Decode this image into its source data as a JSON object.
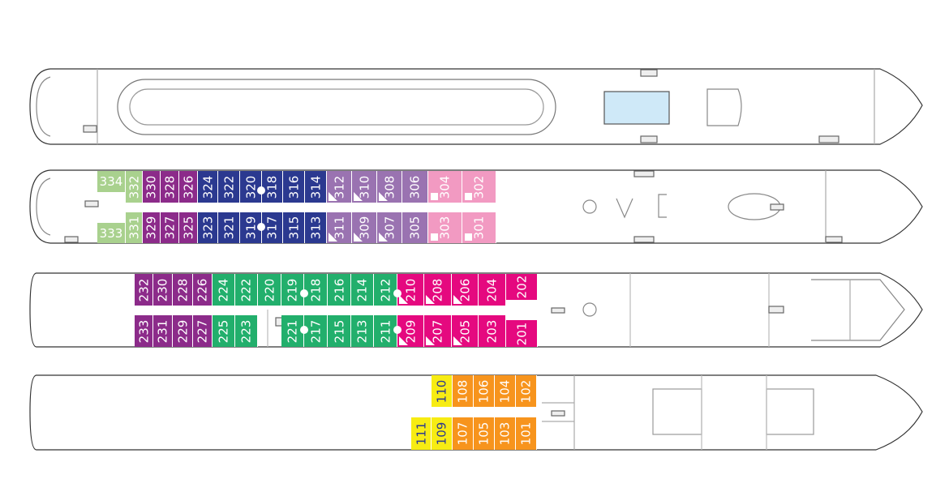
{
  "colors": {
    "lg": "#a9d18e",
    "pu": "#8c2b8a",
    "nv": "#2b3990",
    "lv": "#9a73b1",
    "pk": "#f29ac2",
    "gr": "#22af6c",
    "mg": "#e5097f",
    "ye": "#f7ec13",
    "or": "#f7941d"
  },
  "decks": [
    {
      "name": "sun-deck",
      "cabins": []
    },
    {
      "name": "deck-3",
      "cabins": [
        {
          "n": "334",
          "c": "lg"
        },
        {
          "n": "332",
          "c": "lg"
        },
        {
          "n": "330",
          "c": "pu"
        },
        {
          "n": "328",
          "c": "pu"
        },
        {
          "n": "326",
          "c": "pu"
        },
        {
          "n": "324",
          "c": "nv"
        },
        {
          "n": "322",
          "c": "nv"
        },
        {
          "n": "320",
          "c": "nv"
        },
        {
          "n": "318",
          "c": "nv"
        },
        {
          "n": "316",
          "c": "nv"
        },
        {
          "n": "314",
          "c": "nv"
        },
        {
          "n": "312",
          "c": "lv",
          "m": "tri"
        },
        {
          "n": "310",
          "c": "lv",
          "m": "tri"
        },
        {
          "n": "308",
          "c": "lv",
          "m": "tri"
        },
        {
          "n": "306",
          "c": "lv"
        },
        {
          "n": "304",
          "c": "pk",
          "m": "sq"
        },
        {
          "n": "302",
          "c": "pk",
          "m": "sq"
        },
        {
          "n": "333",
          "c": "lg"
        },
        {
          "n": "331",
          "c": "lg"
        },
        {
          "n": "329",
          "c": "pu"
        },
        {
          "n": "327",
          "c": "pu"
        },
        {
          "n": "325",
          "c": "pu"
        },
        {
          "n": "323",
          "c": "nv"
        },
        {
          "n": "321",
          "c": "nv"
        },
        {
          "n": "319",
          "c": "nv"
        },
        {
          "n": "317",
          "c": "nv"
        },
        {
          "n": "315",
          "c": "nv"
        },
        {
          "n": "313",
          "c": "nv"
        },
        {
          "n": "311",
          "c": "lv",
          "m": "tri"
        },
        {
          "n": "309",
          "c": "lv",
          "m": "tri"
        },
        {
          "n": "307",
          "c": "lv",
          "m": "tri"
        },
        {
          "n": "305",
          "c": "lv"
        },
        {
          "n": "303",
          "c": "pk",
          "m": "sq"
        },
        {
          "n": "301",
          "c": "pk",
          "m": "sq"
        }
      ]
    },
    {
      "name": "deck-2",
      "cabins": [
        {
          "n": "232",
          "c": "pu"
        },
        {
          "n": "230",
          "c": "pu"
        },
        {
          "n": "228",
          "c": "pu"
        },
        {
          "n": "226",
          "c": "pu"
        },
        {
          "n": "224",
          "c": "gr"
        },
        {
          "n": "222",
          "c": "gr"
        },
        {
          "n": "220",
          "c": "gr"
        },
        {
          "n": "219",
          "c": "gr"
        },
        {
          "n": "218",
          "c": "gr"
        },
        {
          "n": "216",
          "c": "gr"
        },
        {
          "n": "214",
          "c": "gr"
        },
        {
          "n": "212",
          "c": "gr"
        },
        {
          "n": "210",
          "c": "mg",
          "m": "tri"
        },
        {
          "n": "208",
          "c": "mg",
          "m": "tri"
        },
        {
          "n": "206",
          "c": "mg",
          "m": "tri"
        },
        {
          "n": "204",
          "c": "mg"
        },
        {
          "n": "202",
          "c": "mg"
        },
        {
          "n": "233",
          "c": "pu"
        },
        {
          "n": "231",
          "c": "pu"
        },
        {
          "n": "229",
          "c": "pu"
        },
        {
          "n": "227",
          "c": "pu"
        },
        {
          "n": "225",
          "c": "gr"
        },
        {
          "n": "223",
          "c": "gr"
        },
        {
          "n": "221",
          "c": "gr"
        },
        {
          "n": "217",
          "c": "gr"
        },
        {
          "n": "215",
          "c": "gr"
        },
        {
          "n": "213",
          "c": "gr"
        },
        {
          "n": "211",
          "c": "gr"
        },
        {
          "n": "209",
          "c": "mg",
          "m": "tri"
        },
        {
          "n": "207",
          "c": "mg",
          "m": "tri"
        },
        {
          "n": "205",
          "c": "mg",
          "m": "tri"
        },
        {
          "n": "203",
          "c": "mg"
        },
        {
          "n": "201",
          "c": "mg"
        }
      ]
    },
    {
      "name": "deck-1",
      "cabins": [
        {
          "n": "110",
          "c": "ye"
        },
        {
          "n": "108",
          "c": "or"
        },
        {
          "n": "106",
          "c": "or"
        },
        {
          "n": "104",
          "c": "or"
        },
        {
          "n": "102",
          "c": "or"
        },
        {
          "n": "111",
          "c": "ye"
        },
        {
          "n": "109",
          "c": "ye"
        },
        {
          "n": "107",
          "c": "or"
        },
        {
          "n": "105",
          "c": "or"
        },
        {
          "n": "103",
          "c": "or"
        },
        {
          "n": "101",
          "c": "or"
        }
      ]
    }
  ]
}
